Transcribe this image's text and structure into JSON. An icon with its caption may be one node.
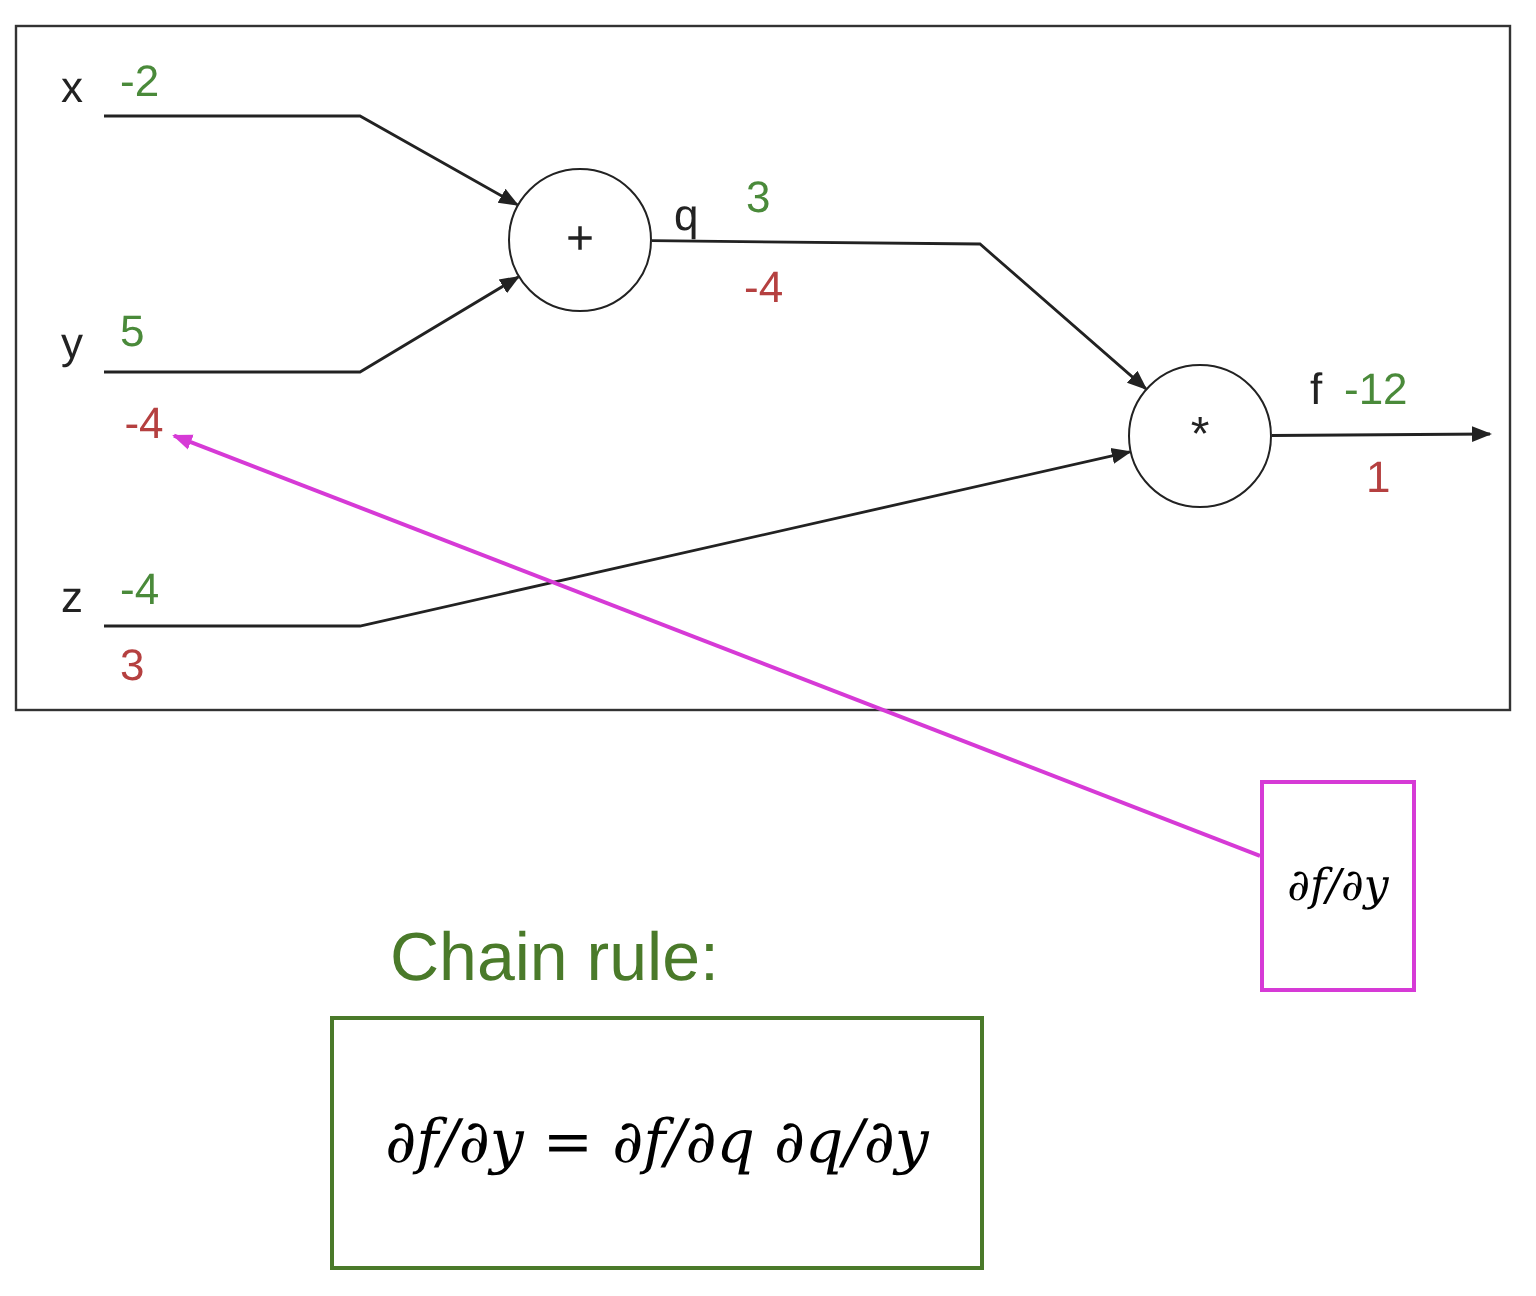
{
  "diagram": {
    "nodes": [
      {
        "text": [
          "x"
        ],
        "beside": [
          "-2"
        ]
      },
      {
        "text": [
          "y"
        ],
        "beside": [
          "5"
        ]
      },
      {
        "text": [
          "-4"
        ]
      },
      {
        "text": [
          "z"
        ],
        "beside": [
          "-4",
          "3"
        ]
      },
      {
        "text": [
          "+"
        ]
      },
      {
        "text": [
          "*"
        ]
      },
      {
        "text": [
          "∂f/∂y"
        ]
      },
      {
        "text": [
          "Chain rule:",
          "∂f/∂y = ∂f/∂q ∂q/∂y"
        ]
      }
    ],
    "edges": [
      {
        "from": 0,
        "to": 4,
        "arrow": "to"
      },
      {
        "from": 1,
        "to": 4,
        "arrow": "to"
      },
      {
        "from": 3,
        "to": 5,
        "arrow": "to"
      },
      {
        "from": 4,
        "to": 5,
        "arrow": "to",
        "label": "q"
      },
      {
        "from": 5,
        "to": null,
        "arrow": "to",
        "label": "f"
      },
      {
        "from": 6,
        "to": 2,
        "arrow": "to",
        "color": "#d63ad6"
      }
    ],
    "labels": [
      "3",
      "-4",
      "-12",
      "1"
    ]
  }
}
